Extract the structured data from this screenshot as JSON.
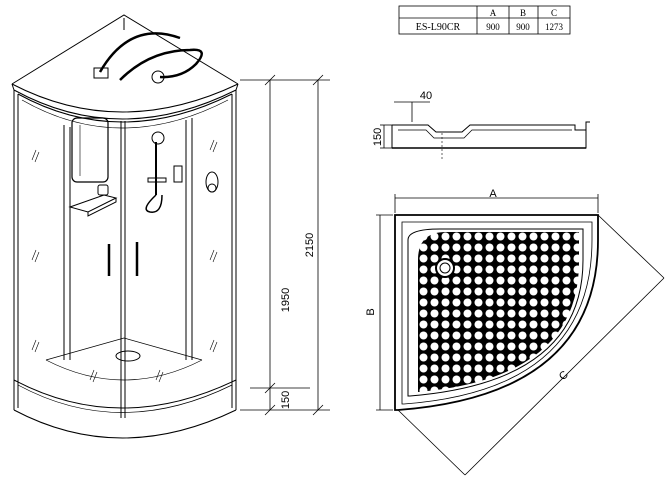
{
  "spec_table": {
    "headers": [
      "A",
      "B",
      "C"
    ],
    "model": "ES-L90CR",
    "values": [
      "900",
      "900",
      "1273"
    ]
  },
  "cabin_dimensions": {
    "total_height": "2150",
    "cabin_height": "1950",
    "tray_height": "150"
  },
  "tray_profile": {
    "rim_width": "40",
    "tray_height": "150"
  },
  "tray_plan": {
    "width_label": "A",
    "depth_label": "B",
    "diagonal_label": "C"
  }
}
